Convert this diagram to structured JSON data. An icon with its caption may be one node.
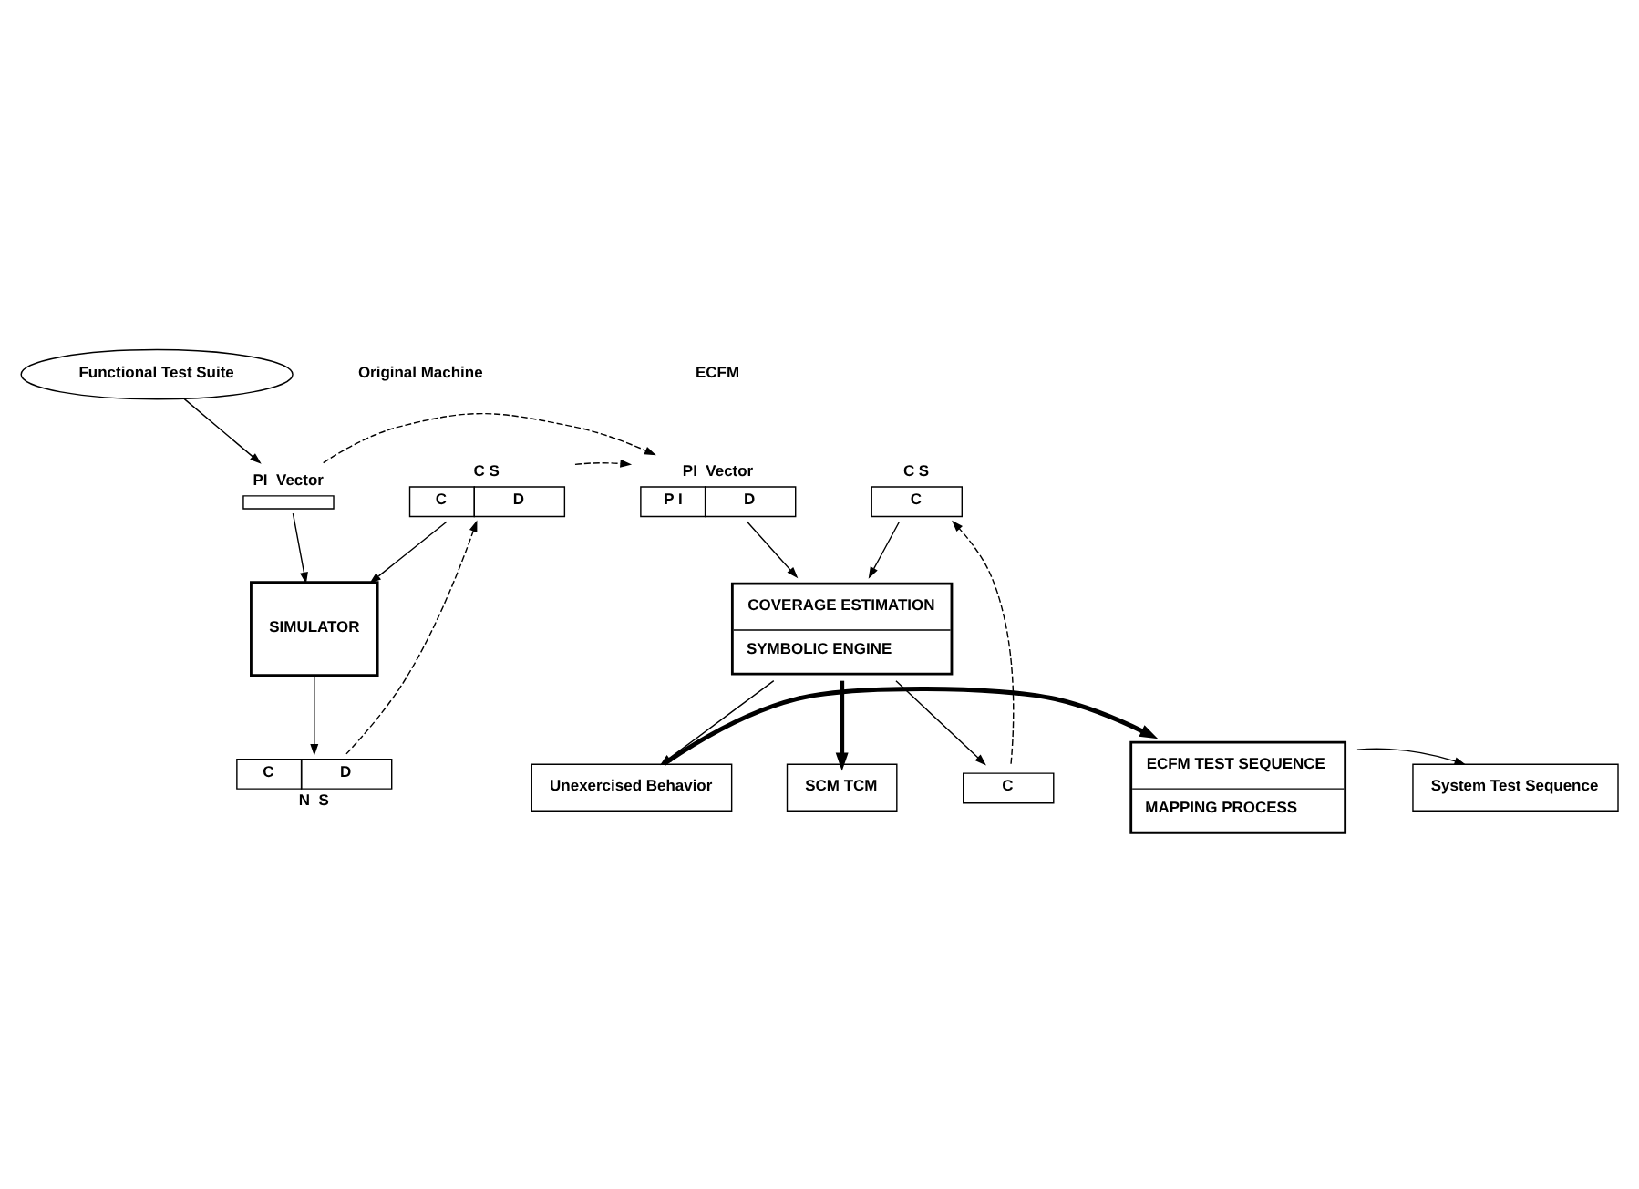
{
  "diagram": {
    "nodes": [
      {
        "text": [
          "PI  Vector"
        ]
      },
      {
        "text": [
          "C S",
          "C",
          "D"
        ]
      },
      {
        "text": [
          "Functional Test Suite"
        ]
      },
      {
        "text": [
          "SIMULATOR"
        ]
      },
      {
        "text": [
          "C",
          "D",
          "N  S"
        ]
      },
      {
        "text": [
          "PI  Vector",
          "P I",
          "D"
        ]
      },
      {
        "text": [
          "C S",
          "C"
        ]
      },
      {
        "text": [
          "COVERAGE ESTIMATION",
          "SYMBOLIC ENGINE"
        ]
      },
      {
        "text": [
          "C"
        ]
      },
      {
        "text": [
          "Unexercised Behavior"
        ]
      },
      {
        "text": [
          "SCM TCM"
        ]
      },
      {
        "text": [
          "ECFM TEST SEQUENCE",
          "MAPPING PROCESS"
        ]
      },
      {
        "text": [
          "System Test Sequence"
        ]
      }
    ],
    "edges": [
      {
        "from": 2,
        "to": 0,
        "arrow": "to"
      },
      {
        "from": 0,
        "to": 3,
        "arrow": "to"
      },
      {
        "from": 1,
        "to": 3,
        "arrow": "to"
      },
      {
        "from": 3,
        "to": 4,
        "arrow": "to"
      },
      {
        "from": 4,
        "to": 1,
        "arrow": "to",
        "style": "dashed"
      },
      {
        "from": 0,
        "to": 5,
        "arrow": "to",
        "style": "dashed"
      },
      {
        "from": 1,
        "to": 5,
        "arrow": "to",
        "style": "dashed"
      },
      {
        "from": 5,
        "to": 7,
        "arrow": "to"
      },
      {
        "from": 6,
        "to": 7,
        "arrow": "to"
      },
      {
        "from": 7,
        "to": 8,
        "arrow": "to"
      },
      {
        "from": 8,
        "to": 6,
        "arrow": "to",
        "style": "dashed"
      },
      {
        "from": 7,
        "to": 9,
        "arrow": "to"
      },
      {
        "from": 7,
        "to": 10,
        "arrow": "to",
        "style": "thick"
      },
      {
        "from": 9,
        "to": 11,
        "arrow": "to",
        "style": "thick"
      },
      {
        "from": 11,
        "to": 12,
        "arrow": "to"
      }
    ],
    "labels": [
      "Original Machine",
      "ECFM"
    ]
  }
}
